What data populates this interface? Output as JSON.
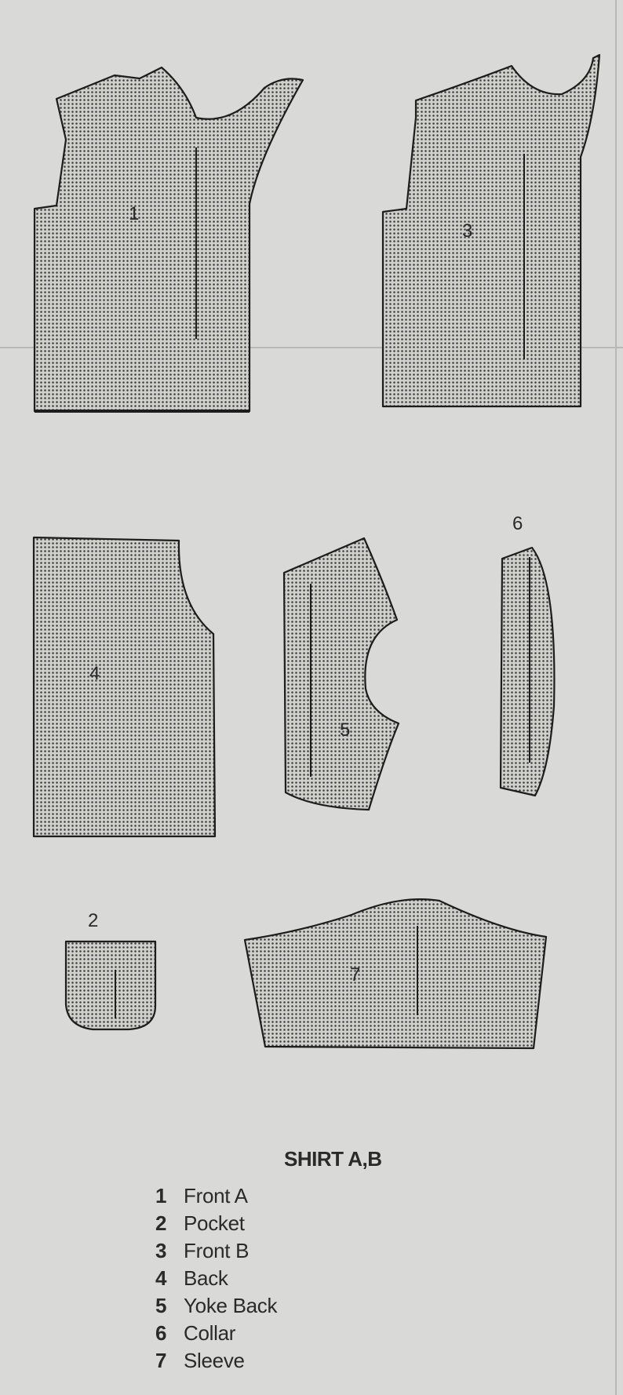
{
  "title": "SHIRT A,B",
  "colors": {
    "paper": "#d9d9d7",
    "ink": "#1d1d1d",
    "fill_dots": "#3a3a3a"
  },
  "pieces": [
    {
      "number": "1",
      "name": "Front A"
    },
    {
      "number": "2",
      "name": "Pocket"
    },
    {
      "number": "3",
      "name": "Front B"
    },
    {
      "number": "4",
      "name": "Back"
    },
    {
      "number": "5",
      "name": "Yoke Back"
    },
    {
      "number": "6",
      "name": "Collar"
    },
    {
      "number": "7",
      "name": "Sleeve"
    }
  ]
}
